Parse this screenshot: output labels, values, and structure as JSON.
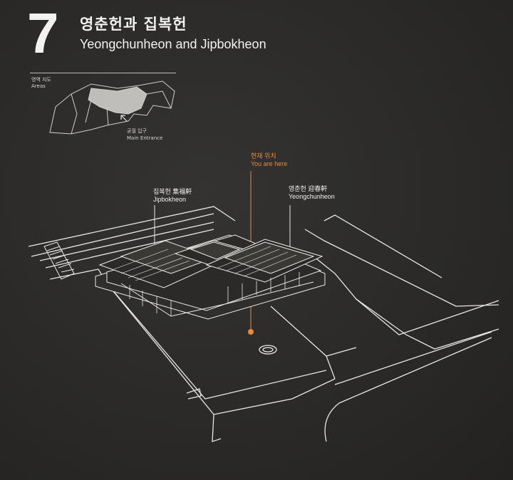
{
  "sign": {
    "number": "7",
    "title_ko": "영춘헌과 집복헌",
    "title_en": "Yeongchunheon and Jipbokheon"
  },
  "area_map": {
    "label_ko": "영역 지도",
    "label_en": "Areas",
    "entrance_ko": "궁궐 입구",
    "entrance_en": "Main Entrance"
  },
  "you_are_here": {
    "label_ko": "현재 위치",
    "label_en": "You are here",
    "color": "#e98b36"
  },
  "buildings": [
    {
      "name_ko": "집복헌 集福軒",
      "name_en": "Jipbokheon"
    },
    {
      "name_ko": "영춘헌 迎春軒",
      "name_en": "Yeongchunheon"
    }
  ],
  "colors": {
    "background": "#2b2a28",
    "line": "#e8e7e3",
    "accent": "#e98b36"
  }
}
